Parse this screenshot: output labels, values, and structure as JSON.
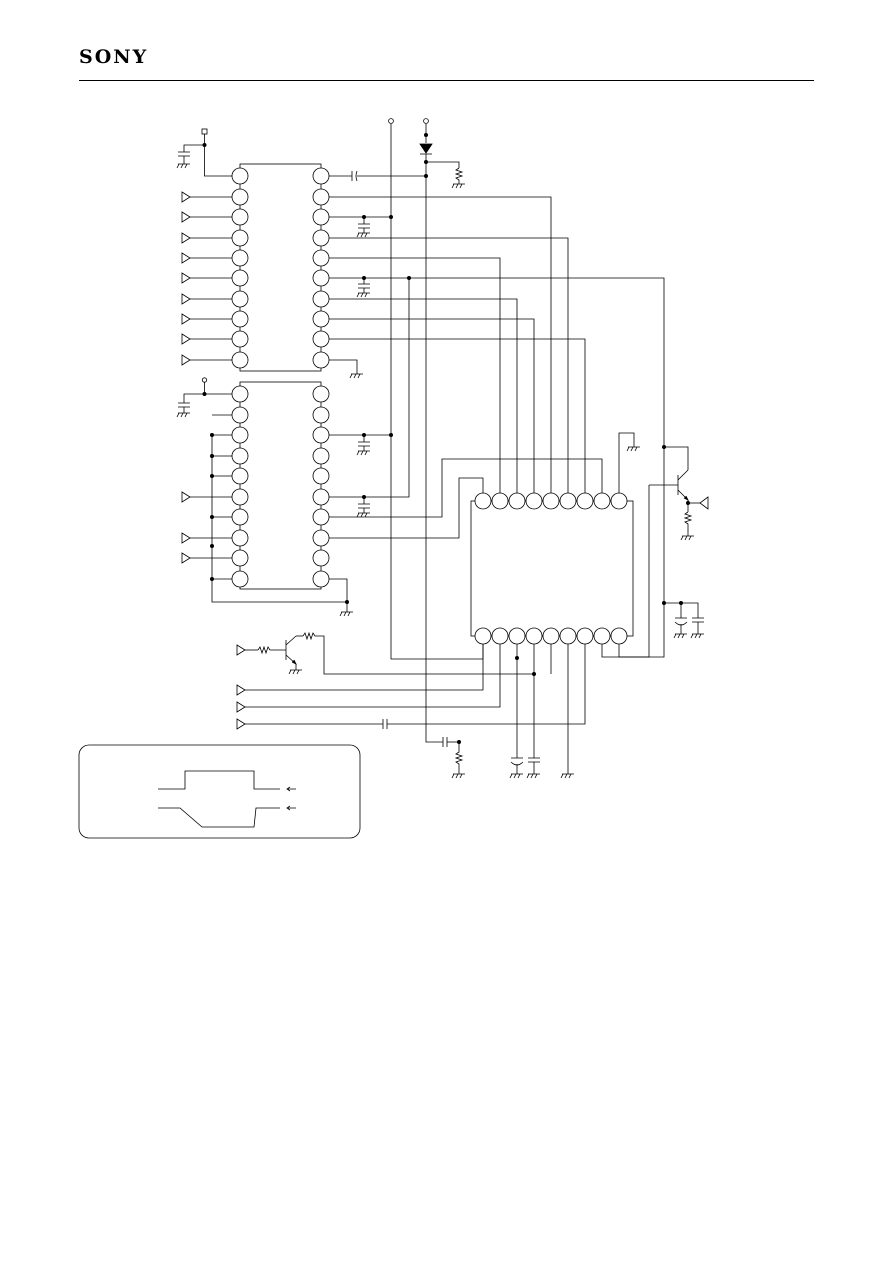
{
  "header": {
    "brand": "SONY"
  },
  "colors": {
    "ink": "#000000",
    "paper": "#ffffff"
  },
  "diagram": {
    "kind": "application circuit schematic",
    "ic_count": 3,
    "icons": [
      "input-terminal-icon",
      "ground-icon",
      "capacitor-icon",
      "resistor-icon",
      "diode-icon",
      "transistor-icon",
      "supply-terminal-icon"
    ]
  }
}
